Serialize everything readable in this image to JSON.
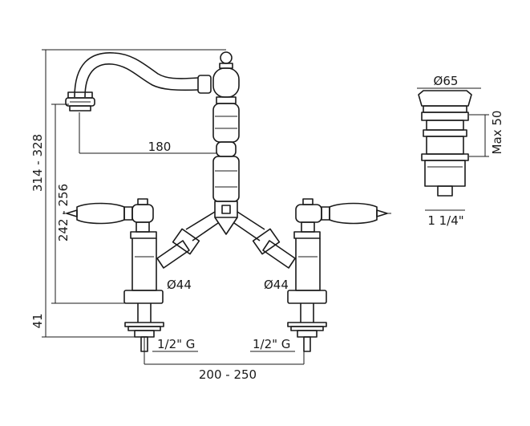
{
  "dimensions": {
    "total_height": "314 - 328",
    "body_height": "242 - 256",
    "base_height": "41",
    "spout_reach": "180",
    "handle_diameter_left": "Ø44",
    "handle_diameter_right": "Ø44",
    "thread_left": "1/2\" G",
    "thread_right": "1/2\" G",
    "centers": "200 - 250",
    "waste_diameter": "Ø65",
    "waste_max_height": "Max 50",
    "waste_thread": "1 1/4\""
  }
}
